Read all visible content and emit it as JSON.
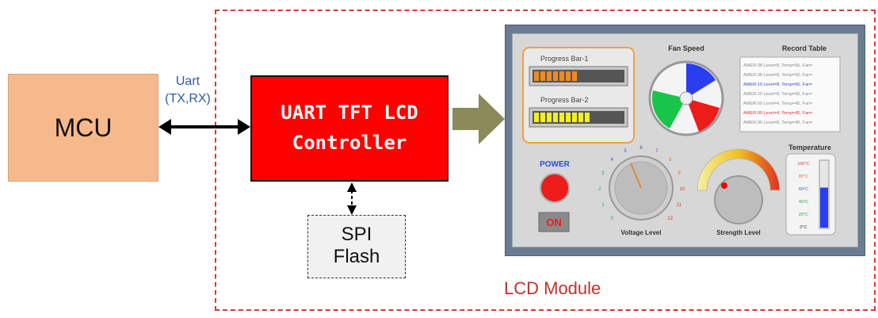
{
  "module": {
    "mcu_label": "MCU",
    "uart_line1": "Uart",
    "uart_line2": "(TX,RX)",
    "controller_line1": "UART TFT LCD",
    "controller_line2": "Controller",
    "spi_line1": "SPI",
    "spi_line2": "Flash",
    "lcd_module_label": "LCD Module"
  },
  "lcd_screen": {
    "progress": {
      "bar1_label": "Progress Bar-1",
      "bar1_level": 0.5,
      "bar2_label": "Progress Bar-2",
      "bar2_level": 0.62
    },
    "fan": {
      "title": "Fan Speed"
    },
    "record_table": {
      "title": "Record Table",
      "rows": [
        "AMER:38 Level=8, Temp=56, Fan=",
        "AMER:38 Level=8, Temp=56, Fan=",
        "AMER:10 Level=8, Temp=56, Fan=",
        "AMER:10 Level=8, Temp=56, Fan=",
        "AMER:09 Level=4, Temp=45, Fan=",
        "AMER:09 Level=4, Temp=45, Fan=",
        "AMER:30 Level=8, Temp=40, Fan="
      ],
      "colors": [
        "#8a8a8a",
        "#8a8a8a",
        "#3a4fd1",
        "#8a8a8a",
        "#8a8a8a",
        "#e0353a",
        "#8a8a8a"
      ]
    },
    "power": {
      "title": "POWER",
      "button_label": "ON"
    },
    "voltage": {
      "title": "Voltage Level",
      "ticks": [
        "0",
        "1",
        "2",
        "3",
        "4",
        "5",
        "6",
        "7",
        "8",
        "9",
        "10",
        "11",
        "12"
      ],
      "value": 5
    },
    "strength": {
      "title": "Strength Level"
    },
    "temperature": {
      "title": "Temperature",
      "ticks": [
        "100°C",
        "80°C",
        "60°C",
        "40°C",
        "20°C",
        "0°C"
      ],
      "tick_colors": [
        "#e0353a",
        "#e07a1a",
        "#3a4fd1",
        "#2da44e",
        "#2da44e",
        "#333333"
      ],
      "level": 0.6
    }
  }
}
